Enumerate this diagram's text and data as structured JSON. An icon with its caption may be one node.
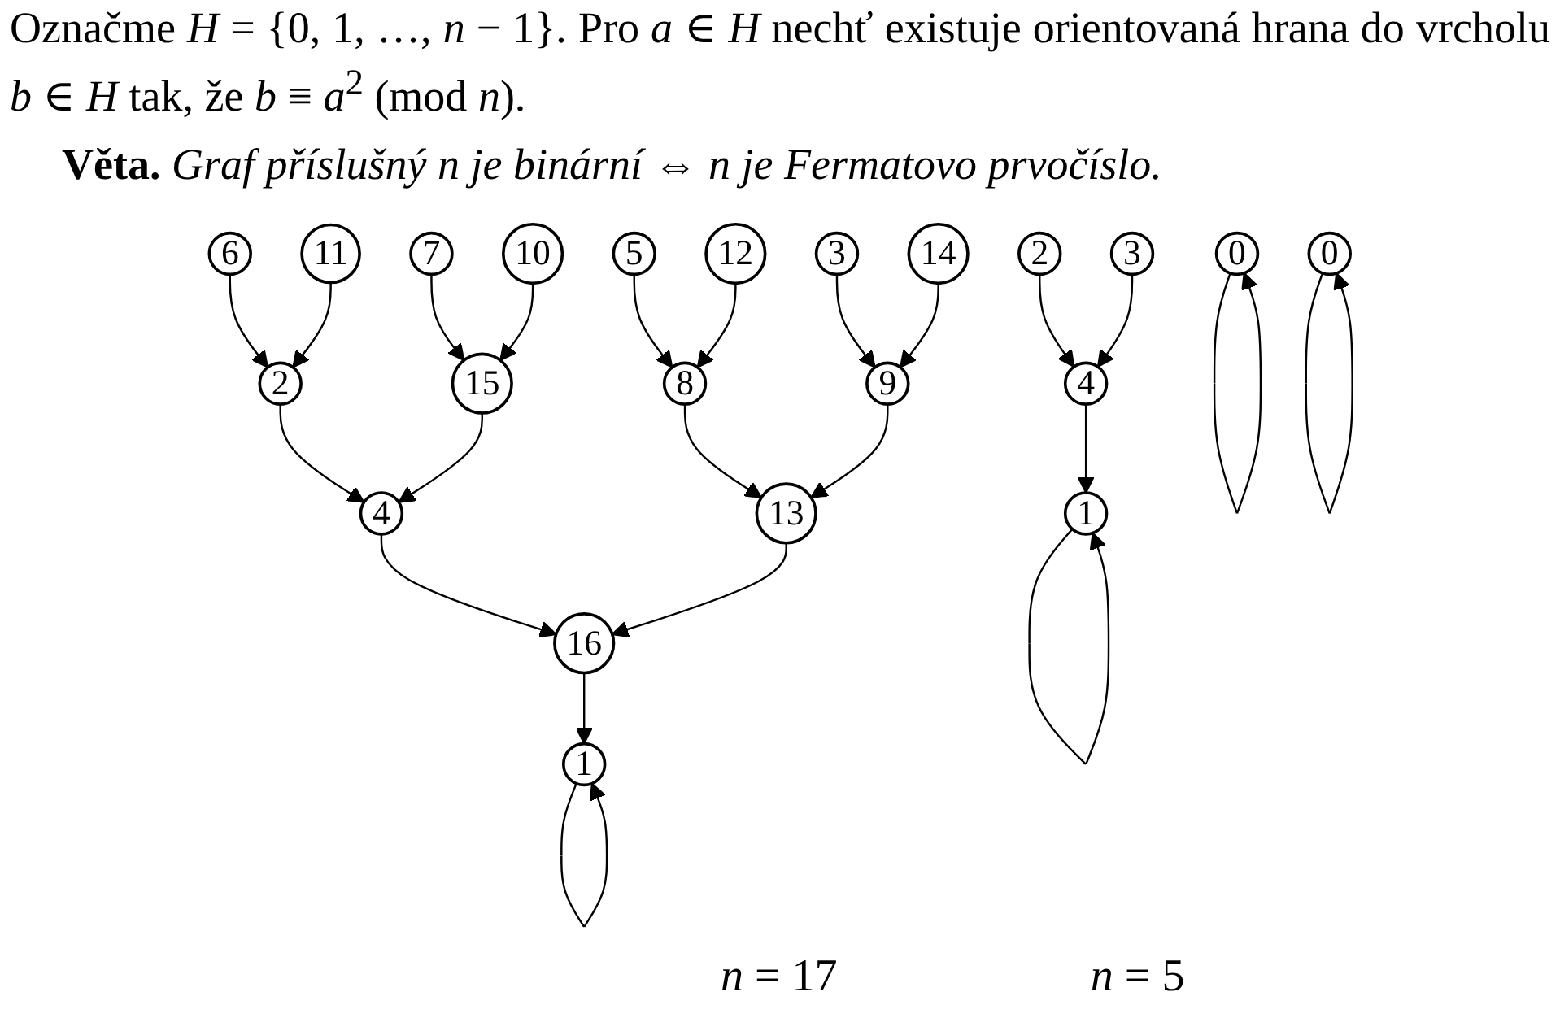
{
  "diagram": {
    "nodes": [
      {
        "text": [
          "2"
        ]
      },
      {
        "text": [
          "3"
        ]
      },
      {
        "text": [
          "4"
        ]
      },
      {
        "text": [
          "0"
        ]
      },
      {
        "text": [
          "1"
        ]
      },
      {
        "text": [
          "6"
        ]
      },
      {
        "text": [
          "11"
        ]
      },
      {
        "text": [
          "7"
        ]
      },
      {
        "text": [
          "10"
        ]
      },
      {
        "text": [
          "5"
        ]
      },
      {
        "text": [
          "12"
        ]
      },
      {
        "text": [
          "3"
        ]
      },
      {
        "text": [
          "14"
        ]
      },
      {
        "text": [
          "2"
        ]
      },
      {
        "text": [
          "15"
        ]
      },
      {
        "text": [
          "8"
        ]
      },
      {
        "text": [
          "9"
        ]
      },
      {
        "text": [
          "4"
        ]
      },
      {
        "text": [
          "13"
        ]
      },
      {
        "text": [
          "16"
        ]
      },
      {
        "text": [
          "0"
        ]
      },
      {
        "text": [
          "1"
        ]
      }
    ],
    "edges": [
      {
        "from": 0,
        "to": 2,
        "arrow": "to"
      },
      {
        "from": 1,
        "to": 2,
        "arrow": "to"
      },
      {
        "from": 2,
        "to": 4,
        "arrow": "to"
      },
      {
        "from": 3,
        "to": 3,
        "arrow": "to"
      },
      {
        "from": 4,
        "to": 4,
        "arrow": "to"
      },
      {
        "from": 5,
        "to": 13,
        "arrow": "to"
      },
      {
        "from": 6,
        "to": 13,
        "arrow": "to"
      },
      {
        "from": 7,
        "to": 14,
        "arrow": "to"
      },
      {
        "from": 8,
        "to": 14,
        "arrow": "to"
      },
      {
        "from": 9,
        "to": 15,
        "arrow": "to"
      },
      {
        "from": 10,
        "to": 15,
        "arrow": "to"
      },
      {
        "from": 11,
        "to": 16,
        "arrow": "to"
      },
      {
        "from": 12,
        "to": 16,
        "arrow": "to"
      },
      {
        "from": 13,
        "to": 17,
        "arrow": "to"
      },
      {
        "from": 14,
        "to": 17,
        "arrow": "to"
      },
      {
        "from": 15,
        "to": 18,
        "arrow": "to"
      },
      {
        "from": 16,
        "to": 18,
        "arrow": "to"
      },
      {
        "from": 17,
        "to": 19,
        "arrow": "to"
      },
      {
        "from": 18,
        "to": 19,
        "arrow": "to"
      },
      {
        "from": 19,
        "to": 21,
        "arrow": "to"
      },
      {
        "from": 20,
        "to": 20,
        "arrow": "to"
      },
      {
        "from": 21,
        "to": 21,
        "arrow": "to"
      }
    ],
    "labels": [
      "Označme *H* = {0, 1, …, *n* − 1}. Pro *a* ∈ *H* nechť existuje orientovaná hrana do vrcholu *b* ∈ *H* tak, že *b* ≡ *a*$^{2}$ (mod *n*).",
      "**Věta.** *Graf příslušný n je binární ⇔ n je Fermatovo prvočíslo.*",
      "*n* = 5",
      "*n* = 17"
    ]
  }
}
